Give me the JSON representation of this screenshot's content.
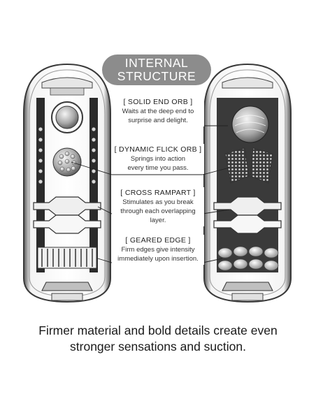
{
  "header": {
    "line1": "INTERNAL",
    "line2": "STRUCTURE"
  },
  "features": [
    {
      "title": "[ SOLID END ORB ]",
      "desc1": "Waits at the deep end to",
      "desc2": "surprise and delight."
    },
    {
      "title": "[ DYNAMIC FLICK ORB ]",
      "desc1": "Springs into action",
      "desc2": "every time you pass."
    },
    {
      "title": "[ CROSS RAMPART ]",
      "desc1": "Stimulates as you break",
      "desc2": "through each overlapping layer."
    },
    {
      "title": "[ GEARED EDGE ]",
      "desc1": "Firm edges give intensity",
      "desc2": "immediately upon insertion."
    }
  ],
  "caption": {
    "line1": "Firmer material and bold details create even",
    "line2": "stronger sensations and suction."
  },
  "colors": {
    "badge": "#8c8c8c",
    "outline": "#3a3a3a",
    "light_gray": "#d9d9d9",
    "mid_gray": "#9a9a9a",
    "dark_gray": "#2b2b2b"
  }
}
